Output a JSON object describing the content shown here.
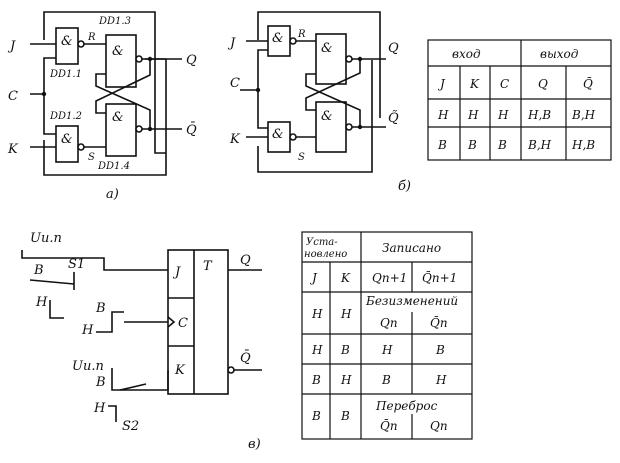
{
  "diagram_a": {
    "caption": "а)",
    "input_j": "J",
    "input_c": "C",
    "input_k": "K",
    "out_q": "Q",
    "out_qbar": "Q̄",
    "gate_symbol": "&",
    "label_dd11": "DD1.1",
    "label_dd12": "DD1.2",
    "label_dd13": "DD1.3",
    "label_dd14": "DD1.4",
    "label_r": "R",
    "label_s": "S"
  },
  "diagram_b": {
    "caption": "б)",
    "input_j": "J",
    "input_c": "C",
    "input_k": "K",
    "out_q": "Q",
    "out_qbar": "Q̃",
    "gate_symbol": "&",
    "label_r": "R",
    "label_s": "S"
  },
  "table_top": {
    "group_in": "вход",
    "group_out": "выход",
    "headers": [
      "J",
      "K",
      "C",
      "Q",
      "Q̄"
    ],
    "rows": [
      [
        "Н",
        "Н",
        "Н",
        "Н,В",
        "В,Н"
      ],
      [
        "В",
        "В",
        "В",
        "В,Н",
        "Н,В"
      ]
    ]
  },
  "diagram_c": {
    "caption": "в)",
    "supply_top": "Uи.п",
    "supply_bottom": "Uи.п",
    "switch_1": "S1",
    "switch_2": "S2",
    "b_label": "В",
    "h_label": "Н",
    "pin_j": "J",
    "pin_c": "C",
    "pin_k": "K",
    "pin_t": "T",
    "out_q": "Q",
    "out_qbar": "Q̄"
  },
  "table_bottom": {
    "head_left_1": "Уста-",
    "head_left_2": "новлено",
    "head_right": "Записано",
    "sub_j": "J",
    "sub_k": "K",
    "sub_q": "Qn+1",
    "sub_qbar": "Q̄n+1",
    "row1": {
      "j": "Н",
      "k": "Н",
      "note": "Безизменений",
      "q": "Qn",
      "qbar": "Q̄n"
    },
    "row2": {
      "j": "Н",
      "k": "В",
      "q": "Н",
      "qbar": "В"
    },
    "row3": {
      "j": "В",
      "k": "Н",
      "q": "В",
      "qbar": "Н"
    },
    "row4": {
      "j": "В",
      "k": "В",
      "note": "Переброс",
      "q": "Q̄n",
      "qbar": "Qn"
    }
  }
}
